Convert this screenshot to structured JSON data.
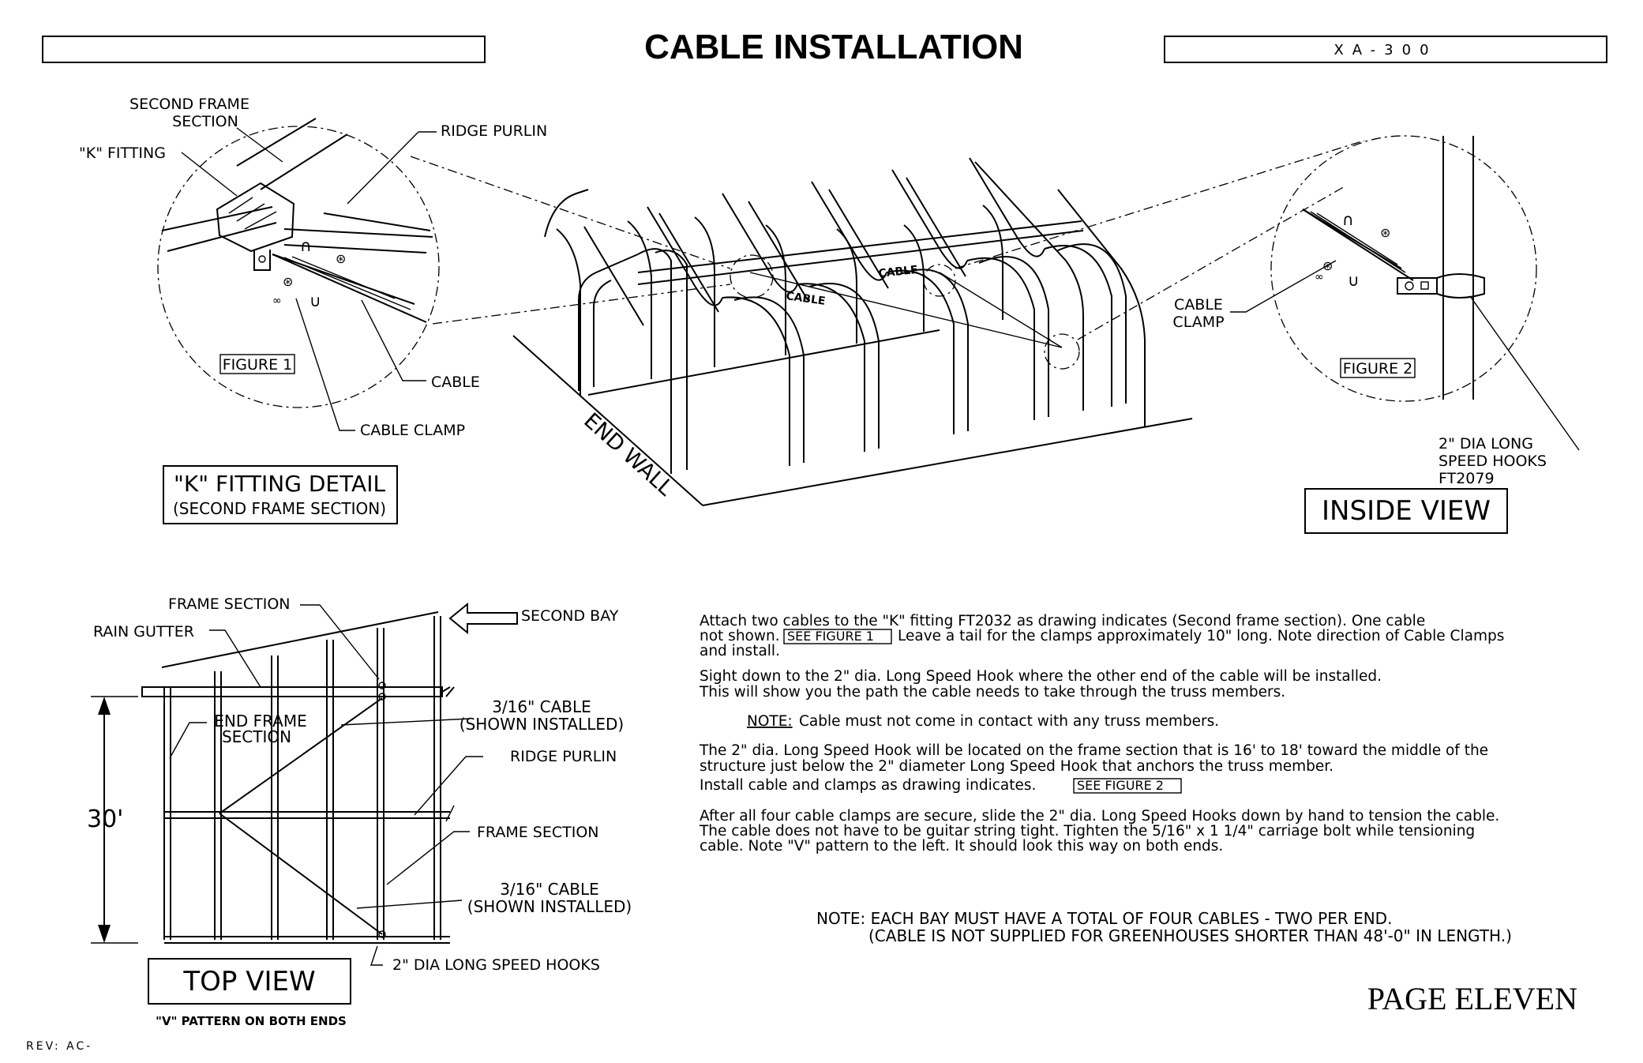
{
  "title": "CABLE INSTALLATION",
  "model_box": "XA-300",
  "rev": "REV: AC-",
  "page": "PAGE ELEVEN",
  "figure1": {
    "label_second_frame_1": "SECOND FRAME",
    "label_second_frame_2": "SECTION",
    "label_k_fitting": "\"K\" FITTING",
    "label_ridge_purlin": "RIDGE PURLIN",
    "label_cable": "CABLE",
    "label_cable_clamp": "CABLE CLAMP",
    "figure_tag": "FIGURE 1",
    "detail_title": "\"K\" FITTING DETAIL",
    "detail_sub": "(SECOND FRAME SECTION)"
  },
  "inside_view": {
    "cable_label_1": "CABLE",
    "cable_label_2": "CABLE",
    "end_wall": "END WALL",
    "title": "INSIDE VIEW"
  },
  "figure2": {
    "label_cable_clamp_1": "CABLE",
    "label_cable_clamp_2": "CLAMP",
    "figure_tag": "FIGURE 2",
    "hook_1": "2\" DIA LONG",
    "hook_2": "SPEED HOOKS",
    "hook_3": "FT2079"
  },
  "top_view": {
    "frame_section_top": "FRAME SECTION",
    "second_bay": "SECOND BAY",
    "rain_gutter": "RAIN GUTTER",
    "cable_a_1": "3/16\" CABLE",
    "cable_a_2": "(SHOWN INSTALLED)",
    "end_frame_1": "END FRAME",
    "end_frame_2": "SECTION",
    "ridge_purlin": "RIDGE PURLIN",
    "dimension": "30'",
    "frame_section_mid": "FRAME SECTION",
    "cable_b_1": "3/16\" CABLE",
    "cable_b_2": "(SHOWN INSTALLED)",
    "hooks": "2\" DIA LONG SPEED HOOKS",
    "title": "TOP VIEW",
    "v_pattern": "\"V\" PATTERN ON BOTH ENDS"
  },
  "instructions": {
    "p1_l1": "Attach two cables to the \"K\" fitting FT2032 as drawing indicates (Second frame section). One cable",
    "p1_l2a": "not shown.",
    "p1_ref": "SEE FIGURE 1",
    "p1_l2b": "Leave a tail for the clamps approximately 10\" long. Note direction of Cable Clamps",
    "p1_l3": "and install.",
    "p2_l1": "Sight down to the 2\" dia. Long Speed Hook where the other end of the cable will be installed.",
    "p2_l2": "This will show you the path the cable needs to take through the truss members.",
    "note_label": "NOTE:",
    "note_text": "Cable must not come in contact with any truss members.",
    "p3_l1": "The 2\" dia. Long Speed Hook will be located on the frame section that is 16' to 18' toward the middle of the",
    "p3_l2": "structure just below the 2\" diameter Long Speed Hook that anchors the truss member.",
    "p3_l3a": "Install cable and clamps as drawing indicates.",
    "p3_ref": "SEE FIGURE 2",
    "p4_l1": "After all four cable clamps are secure, slide the 2\" dia. Long Speed Hooks down by hand to tension the cable.",
    "p4_l2": "The cable does not have to be guitar string tight. Tighten the 5/16\" x 1 1/4\" carriage bolt while tensioning",
    "p4_l3": "cable. Note \"V\" pattern to the left. It should look this way on both ends.",
    "bottom_note_1": "NOTE: EACH BAY MUST HAVE A TOTAL OF FOUR CABLES - TWO PER END.",
    "bottom_note_2": "(CABLE IS NOT SUPPLIED FOR GREENHOUSES SHORTER THAN 48'-0\" IN LENGTH.)"
  }
}
